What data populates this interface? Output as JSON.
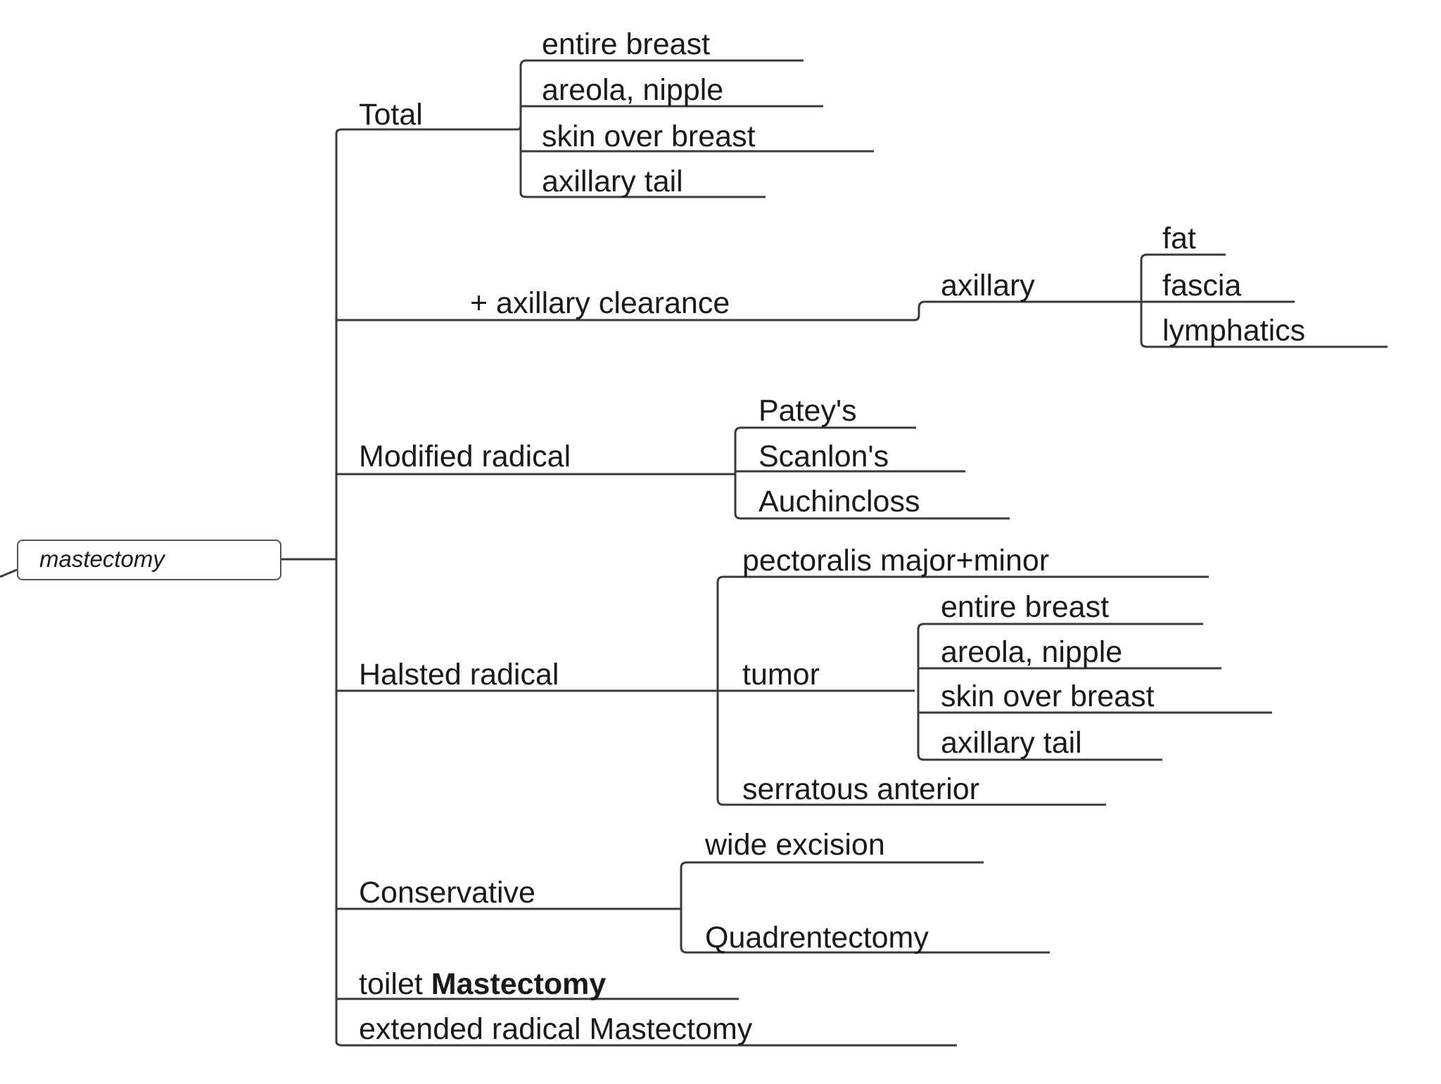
{
  "root": "mastectomy",
  "total": {
    "label": "Total",
    "children": [
      "entire breast",
      "areola, nipple",
      "skin over breast",
      "axillary tail"
    ]
  },
  "axillary_clearance": {
    "label": "+ axillary clearance",
    "child": "axillary",
    "children": [
      "fat",
      "fascia",
      "lymphatics"
    ]
  },
  "modified_radical": {
    "label": "Modified radical",
    "children": [
      "Patey's",
      "Scanlon's",
      "Auchincloss"
    ]
  },
  "halsted": {
    "label": "Halsted radical",
    "muscle": "pectoralis major+minor",
    "tumor": "tumor",
    "tumor_children": [
      "entire breast",
      "areola, nipple",
      "skin over breast",
      "axillary tail"
    ],
    "serratus": "serratous anterior"
  },
  "conservative": {
    "label": "Conservative",
    "children": [
      "wide excision",
      "Quadrentectomy"
    ]
  },
  "toilet": {
    "prefix": "toilet",
    "bold": "Mastectomy"
  },
  "extended": "extended radical Mastectomy"
}
